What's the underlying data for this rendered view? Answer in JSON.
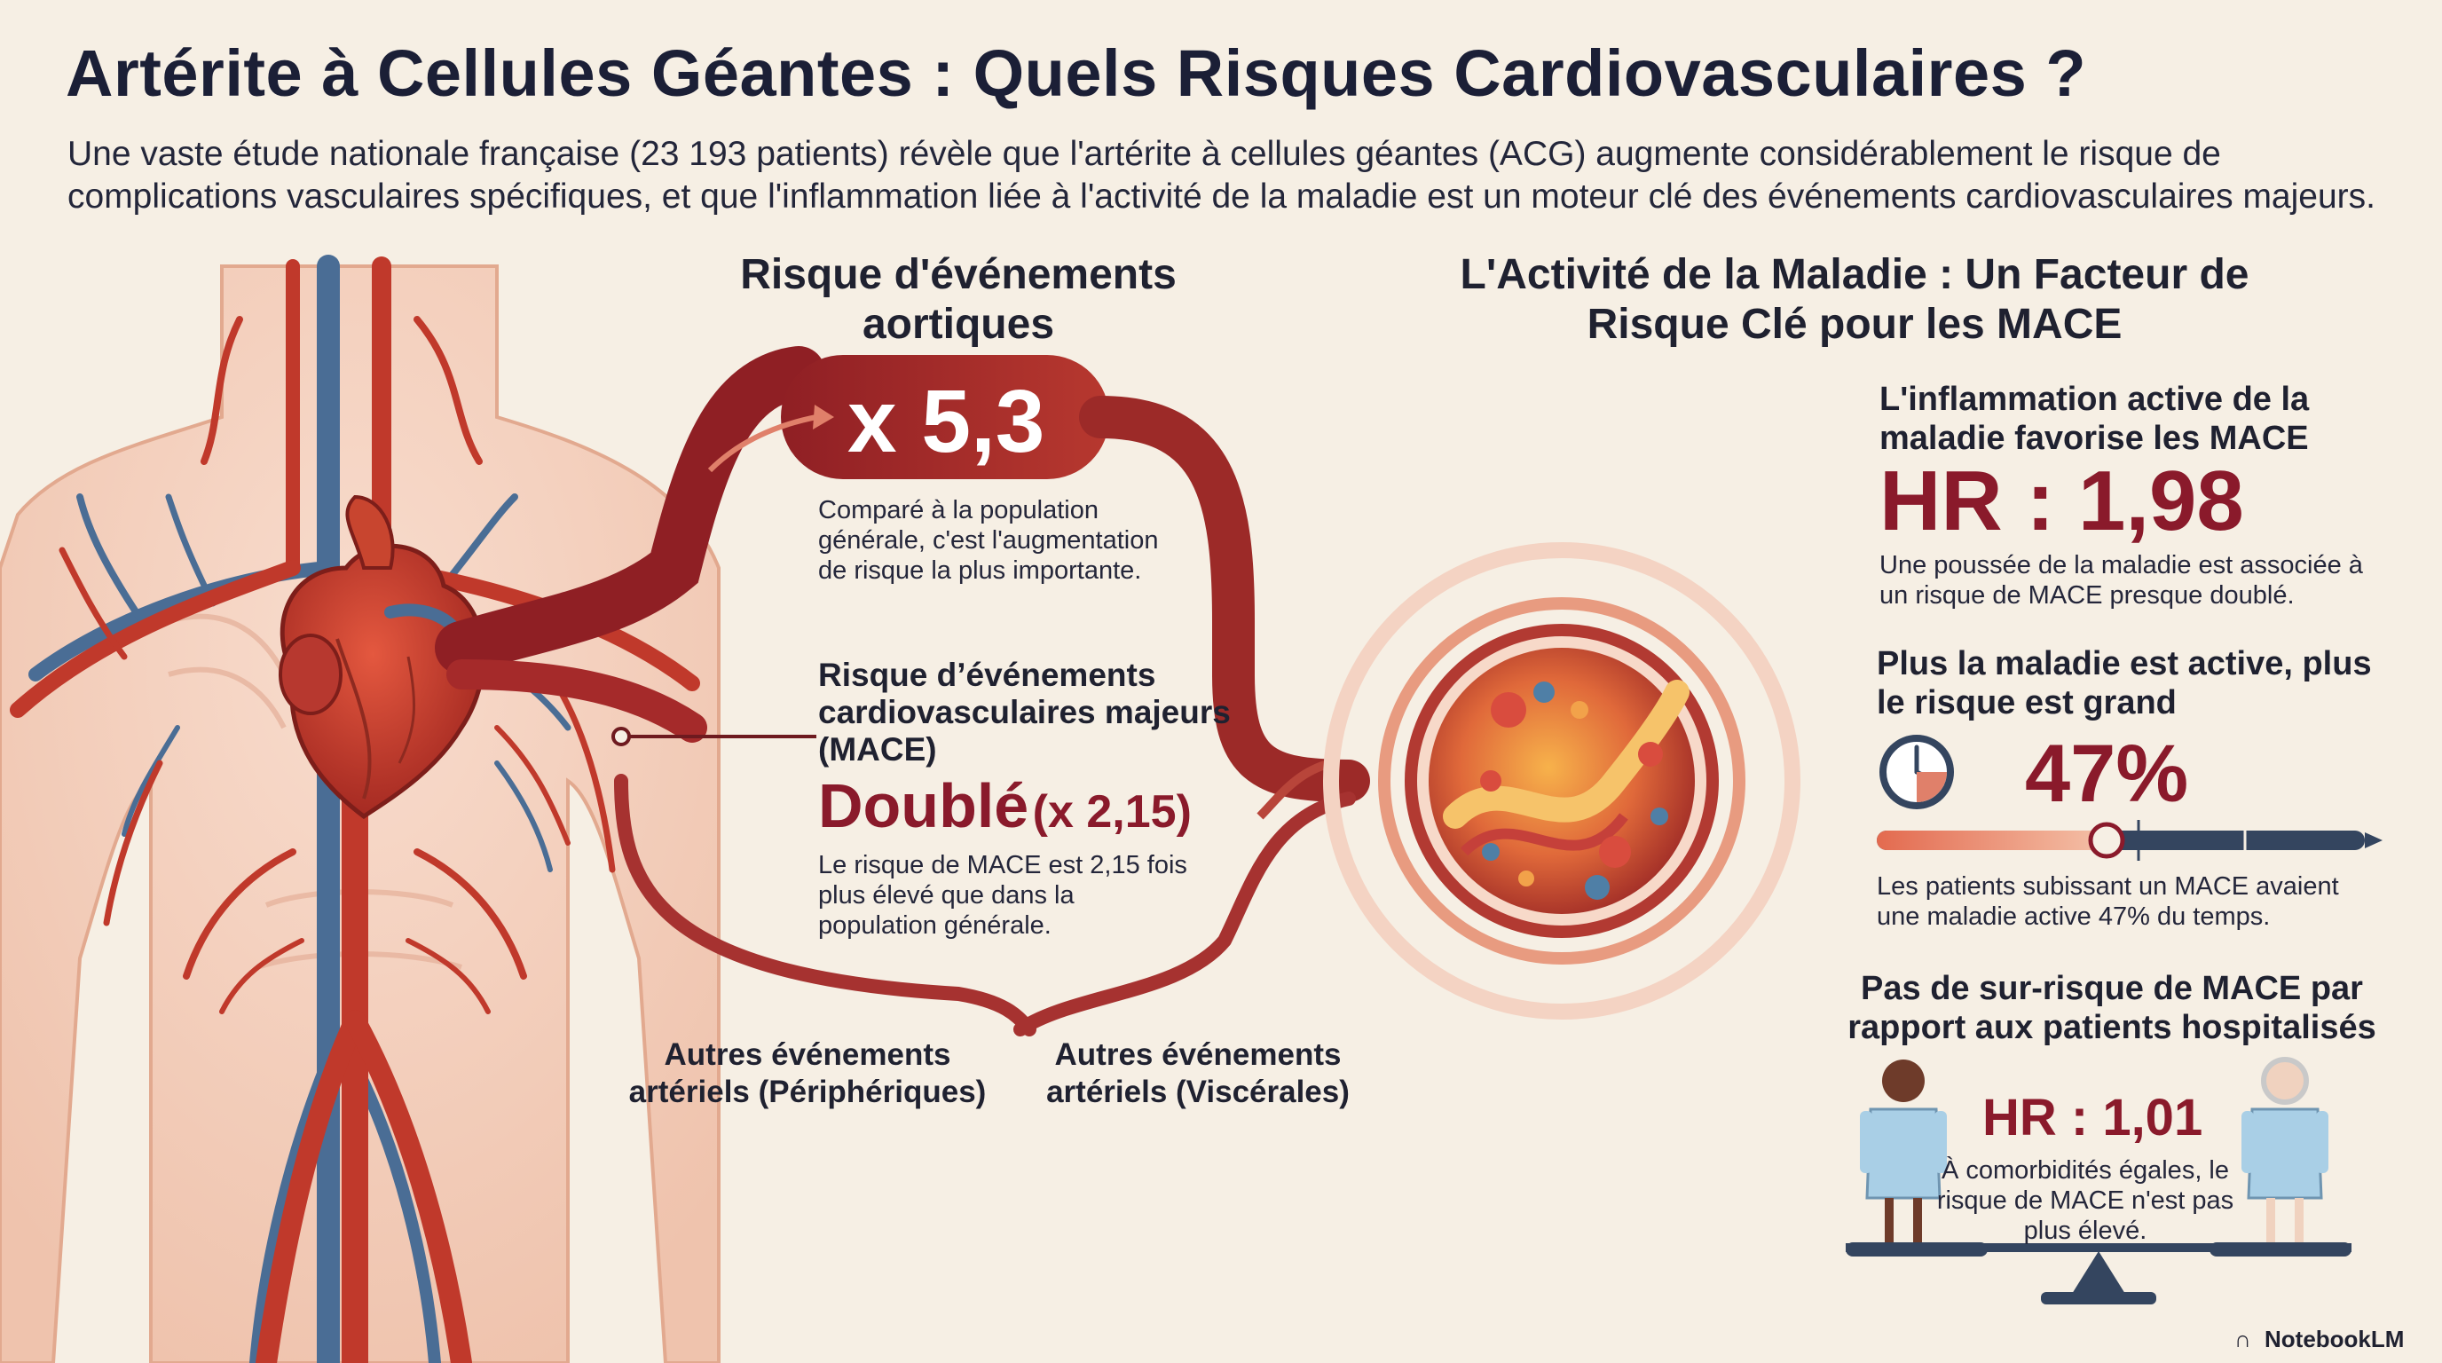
{
  "header": {
    "title": "Artérite à Cellules Géantes : Quels Risques Cardiovasculaires ?",
    "subtitle": "Une vaste étude nationale française (23 193 patients) révèle que l'artérite à cellules géantes (ACG) augmente considérablement le risque de complications vasculaires spécifiques, et que l'inflammation liée à l'activité de la maladie est un moteur clé des événements cardiovasculaires majeurs."
  },
  "aortic": {
    "heading": "Risque d'événements aortiques",
    "multiplier": "x 5,3",
    "note": "Comparé à la population générale, c'est l'augmentation de risque la plus importante."
  },
  "mace": {
    "heading": "Risque d’événements cardiovasculaires majeurs (MACE)",
    "value_word": "Doublé",
    "value_factor": "(x 2,15)",
    "note": "Le risque de MACE est 2,15 fois plus élevé que dans la population générale."
  },
  "other_events": {
    "peripheral": "Autres événements artériels (Périphériques)",
    "visceral": "Autres événements artériels (Viscérales)"
  },
  "activity": {
    "heading": "L'Activité de la Maladie : Un Facteur de Risque Clé pour les MACE",
    "inflammation": {
      "heading": "L'inflammation active de la maladie favorise les MACE",
      "hr": "HR : 1,98",
      "note": "Une poussée de la maladie est associée à un risque de MACE presque doublé."
    },
    "active": {
      "heading": "Plus la maladie est active, plus le risque est grand",
      "percent": "47%",
      "percent_value": 0.47,
      "note": "Les patients subissant un MACE avaient une maladie active 47% du temps."
    },
    "hospitalized": {
      "heading": "Pas de sur-risque de MACE par rapport aux patients hospitalisés",
      "hr": "HR : 1,01",
      "note": "À comorbidités égales, le risque de MACE n'est pas plus élevé."
    }
  },
  "brand": "NotebookLM",
  "icons": [
    "clock-icon",
    "patient-icon",
    "balance-scale-icon",
    "heart-illustration",
    "vessel-inflammation-icon"
  ],
  "colors": {
    "background": "#f6efe4",
    "accent": "#8a1a2b",
    "artery": "#c0392b",
    "vein": "#4a6d95",
    "navy": "#34455f",
    "salmon": "#e0806a"
  }
}
